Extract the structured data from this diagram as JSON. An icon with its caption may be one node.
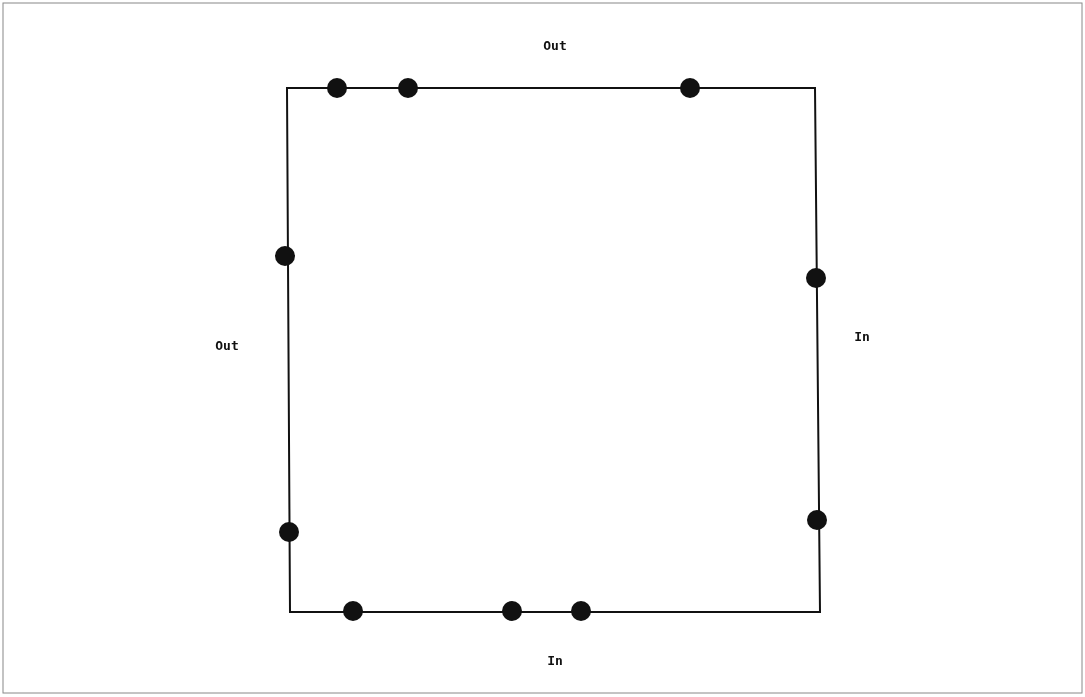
{
  "diagram": {
    "labels": [
      "Out",
      "Out",
      "In",
      "In"
    ]
  }
}
